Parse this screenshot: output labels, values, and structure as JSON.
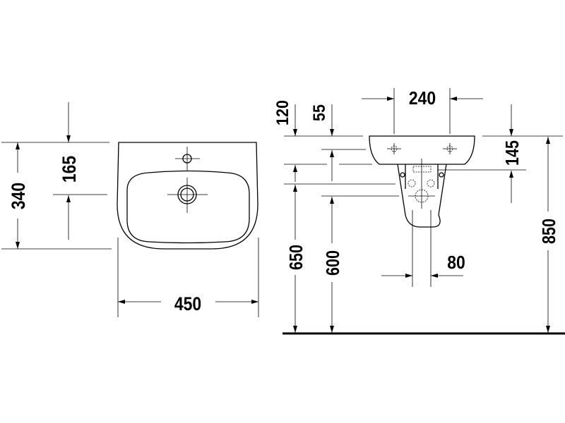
{
  "drawing": {
    "top_view": {
      "depth_total": "340",
      "tap_hole_to_front": "165",
      "width": "450"
    },
    "side_view": {
      "offset_120": "120",
      "offset_55": "55",
      "fixing_spacing": "240",
      "height_145": "145",
      "height_650": "650",
      "height_600": "600",
      "pedestal_width": "80",
      "rim_height": "850"
    },
    "colors": {
      "line": "#000000",
      "background": "#ffffff"
    }
  }
}
